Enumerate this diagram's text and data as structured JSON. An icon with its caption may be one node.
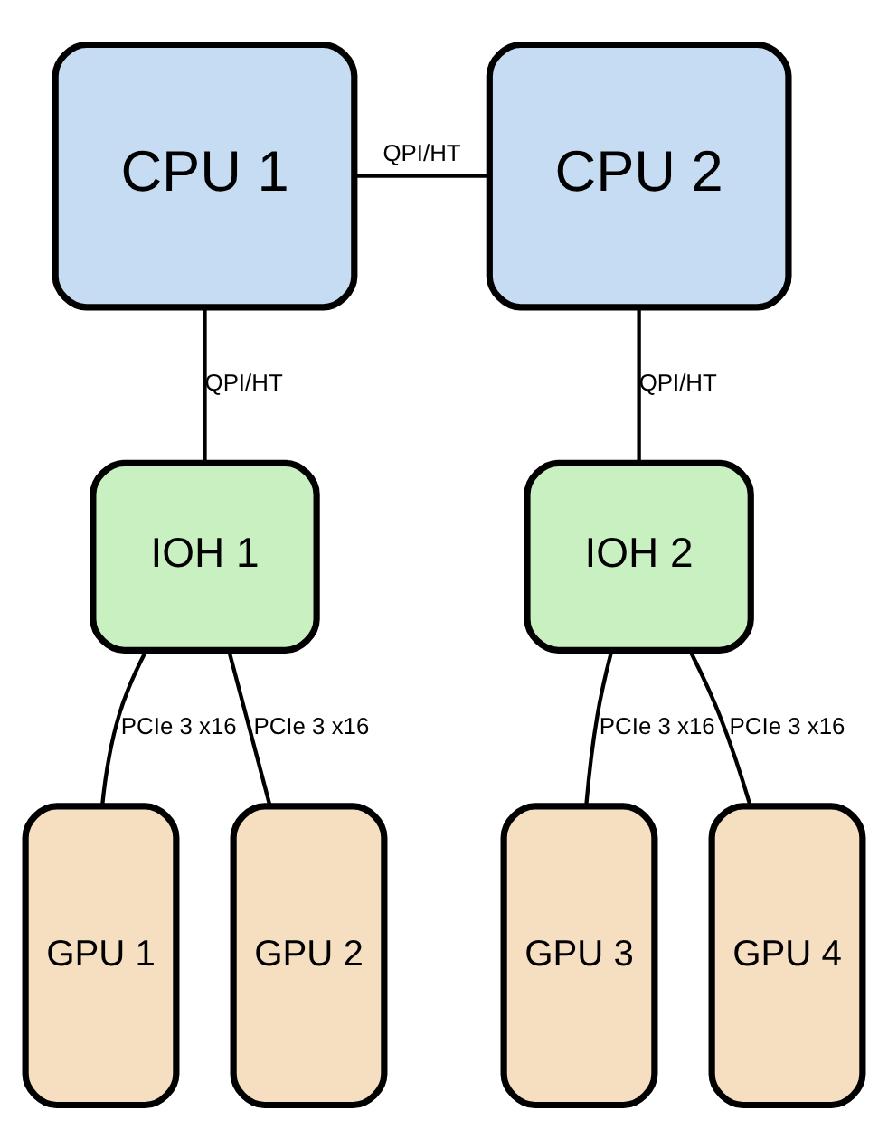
{
  "diagram": {
    "nodes": [
      {
        "text": [
          "CPU 1"
        ]
      },
      {
        "text": [
          "CPU 2"
        ]
      },
      {
        "text": [
          "IOH 1"
        ]
      },
      {
        "text": [
          "IOH 2"
        ]
      },
      {
        "text": [
          "GPU 1"
        ]
      },
      {
        "text": [
          "GPU 2"
        ]
      },
      {
        "text": [
          "GPU 3"
        ]
      },
      {
        "text": [
          "GPU 4"
        ]
      }
    ],
    "edges": [
      {
        "from": 0,
        "to": 1,
        "arrow": "none",
        "label": "QPI/HT"
      },
      {
        "from": 0,
        "to": 2,
        "arrow": "none",
        "label": "QPI/HT"
      },
      {
        "from": 1,
        "to": 3,
        "arrow": "none",
        "label": "QPI/HT"
      },
      {
        "from": 2,
        "to": 4,
        "arrow": "none",
        "label": "PCIe 3 x16"
      },
      {
        "from": 2,
        "to": 5,
        "arrow": "none",
        "label": "PCIe 3 x16"
      },
      {
        "from": 3,
        "to": 6,
        "arrow": "none",
        "label": "PCIe 3 x16"
      },
      {
        "from": 3,
        "to": 7,
        "arrow": "none",
        "label": "PCIe 3 x16"
      }
    ]
  }
}
